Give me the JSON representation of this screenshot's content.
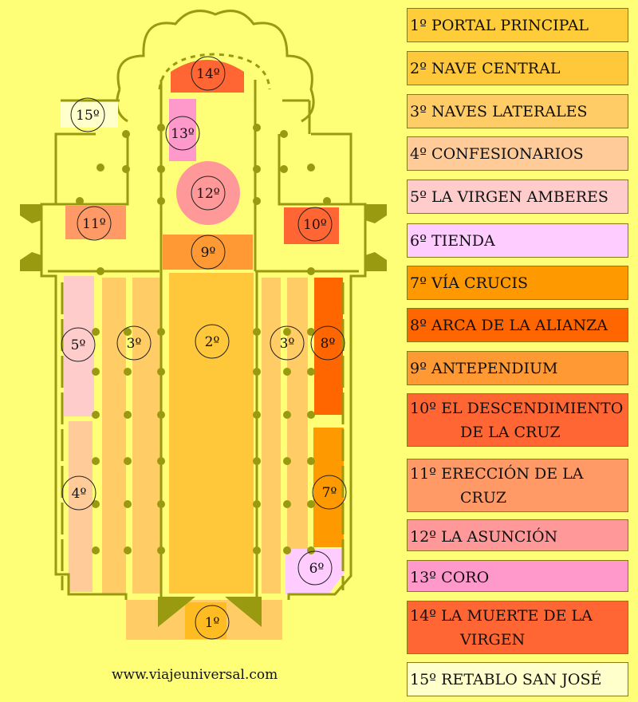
{
  "website": "www.viajeuniversal.com",
  "colors": {
    "background": "#ffff77",
    "wall": "#9a9a10"
  },
  "legend": [
    {
      "id": 1,
      "lines": [
        "1º PORTAL PRINCIPAL"
      ],
      "color": "#ffcc3a"
    },
    {
      "id": 2,
      "lines": [
        "2º NAVE CENTRAL"
      ],
      "color": "#ffc83a"
    },
    {
      "id": 3,
      "lines": [
        "3º NAVES LATERALES"
      ],
      "color": "#ffcc66"
    },
    {
      "id": 4,
      "lines": [
        "4º  CONFESIONARIOS"
      ],
      "color": "#ffcc99"
    },
    {
      "id": 5,
      "lines": [
        "5º LA VIRGEN AMBERES"
      ],
      "color": "#ffcccc"
    },
    {
      "id": 6,
      "lines": [
        "6º TIENDA"
      ],
      "color": "#ffccff"
    },
    {
      "id": 7,
      "lines": [
        "7º VÍA CRUCIS"
      ],
      "color": "#ff9900"
    },
    {
      "id": 8,
      "lines": [
        "8º ARCA DE LA ALIANZA"
      ],
      "color": "#ff6600"
    },
    {
      "id": 9,
      "lines": [
        "9º ANTEPENDIUM"
      ],
      "color": "#ff9933"
    },
    {
      "id": 10,
      "lines": [
        "10º EL DESCENDIMIENTO",
        "DE LA CRUZ"
      ],
      "color": "#ff6633"
    },
    {
      "id": 11,
      "lines": [
        "11º ERECCIÓN DE LA",
        "CRUZ"
      ],
      "color": "#ff9966"
    },
    {
      "id": 12,
      "lines": [
        "12º  LA ASUNCIÓN"
      ],
      "color": "#ff9999"
    },
    {
      "id": 13,
      "lines": [
        "13º  CORO"
      ],
      "color": "#ff99cc"
    },
    {
      "id": 14,
      "lines": [
        "14º LA MUERTE DE LA",
        "VIRGEN"
      ],
      "color": "#ff6633"
    },
    {
      "id": 15,
      "lines": [
        "15º RETABLO SAN JOSÉ"
      ],
      "color": "#ffffcc"
    }
  ],
  "markers": [
    {
      "label": "1º"
    },
    {
      "label": "2º"
    },
    {
      "label": "3º"
    },
    {
      "label": "3º"
    },
    {
      "label": "4º"
    },
    {
      "label": "5º"
    },
    {
      "label": "6º"
    },
    {
      "label": "7º"
    },
    {
      "label": "8º"
    },
    {
      "label": "9º"
    },
    {
      "label": "10º"
    },
    {
      "label": "11º"
    },
    {
      "label": "12º"
    },
    {
      "label": "13º"
    },
    {
      "label": "14º"
    },
    {
      "label": "15º"
    }
  ]
}
